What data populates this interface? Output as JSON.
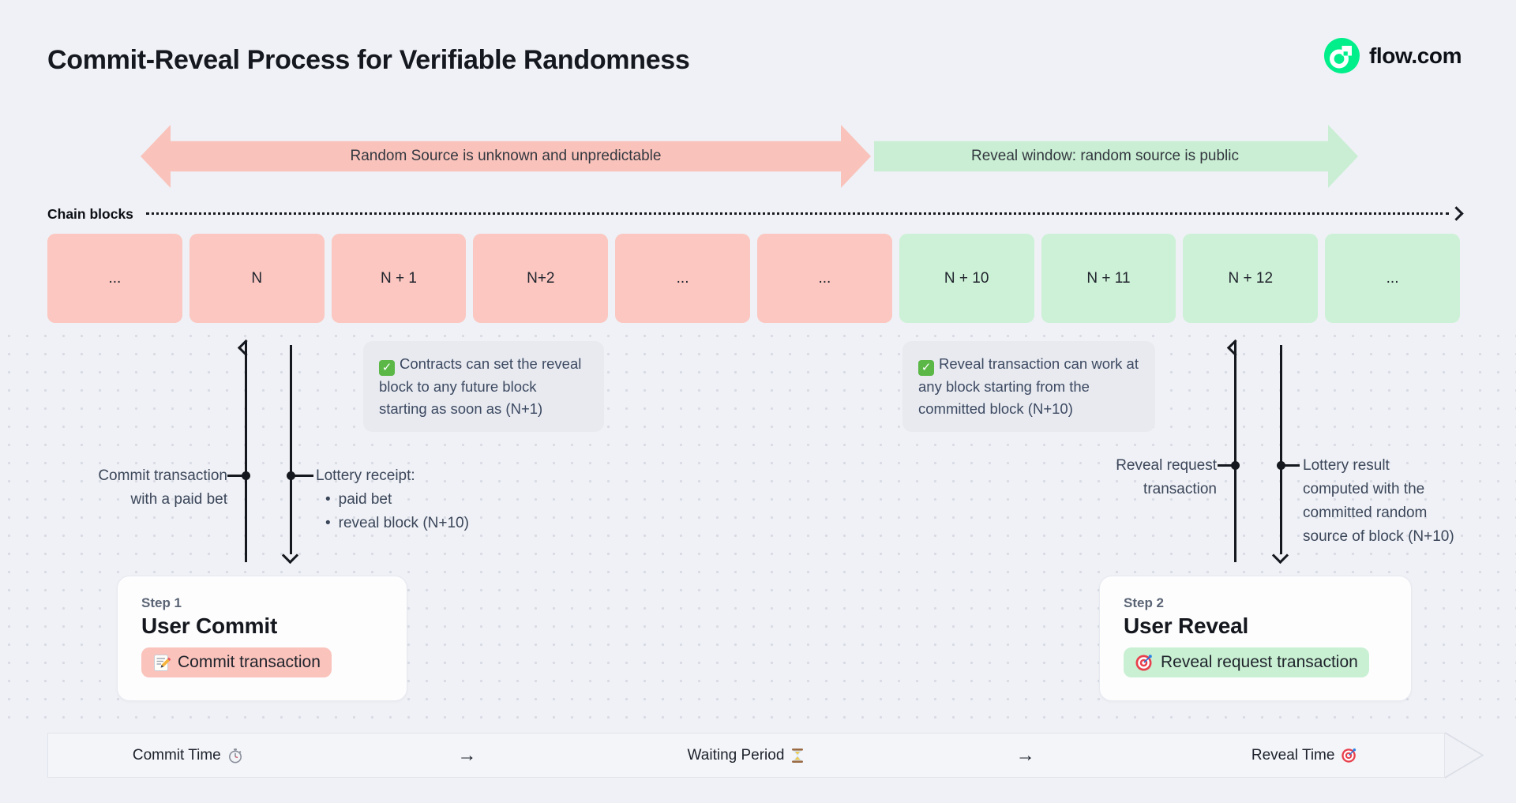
{
  "page": {
    "title": "Commit-Reveal Process for Verifiable Randomness",
    "brand": "flow.com",
    "brand_color": "#00ef8b"
  },
  "phases": {
    "commit": {
      "label": "Random Source is unknown and unpredictable",
      "color": "#f9c3bb"
    },
    "reveal": {
      "label": "Reveal window: random source is public",
      "color": "#c9eed3"
    }
  },
  "chain": {
    "label": "Chain blocks",
    "blocks": [
      {
        "label": "...",
        "phase": "commit"
      },
      {
        "label": "N",
        "phase": "commit"
      },
      {
        "label": "N + 1",
        "phase": "commit"
      },
      {
        "label": "N+2",
        "phase": "commit"
      },
      {
        "label": "...",
        "phase": "commit"
      },
      {
        "label": "...",
        "phase": "commit"
      },
      {
        "label": "N + 10",
        "phase": "reveal"
      },
      {
        "label": "N + 11",
        "phase": "reveal"
      },
      {
        "label": "N + 12",
        "phase": "reveal"
      },
      {
        "label": "...",
        "phase": "reveal"
      }
    ],
    "block_commit_color": "#fbc7c0",
    "block_reveal_color": "#cdf1d6"
  },
  "notes": {
    "commit_note": {
      "icon": "check-icon",
      "check": "✓",
      "text": "Contracts can set the reveal block to any future block starting as soon as (N+1)"
    },
    "reveal_note": {
      "icon": "check-icon",
      "check": "✓",
      "text": "Reveal transaction can work at any block starting from the committed block (N+10)"
    }
  },
  "commit_flow": {
    "up_label_line1": "Commit transaction",
    "up_label_line2": "with a paid bet",
    "down_title": "Lottery receipt:",
    "bullet": "•",
    "down_bullet1": "paid bet",
    "down_bullet2": "reveal block (N+10)"
  },
  "reveal_flow": {
    "up_label_line1": "Reveal request",
    "up_label_line2": "transaction",
    "down_line1": "Lottery result",
    "down_line2": "computed with the",
    "down_line3": "committed random",
    "down_line4": "source of block (N+10)"
  },
  "steps": {
    "step1": {
      "eyebrow": "Step 1",
      "title": "User Commit",
      "badge": {
        "icon": "memo-icon",
        "label": "Commit transaction",
        "color": "#fac3bc"
      }
    },
    "step2": {
      "eyebrow": "Step 2",
      "title": "User Reveal",
      "badge": {
        "icon": "target-icon",
        "label": "Reveal request transaction",
        "color": "#c9f0d3"
      }
    }
  },
  "timeline": {
    "commit": {
      "label": "Commit Time",
      "icon": "stopwatch-icon"
    },
    "arrow1": "→",
    "waiting": {
      "label": "Waiting Period",
      "icon": "hourglass-icon"
    },
    "arrow2": "→",
    "reveal": {
      "label": "Reveal Time",
      "icon": "target-icon"
    }
  }
}
